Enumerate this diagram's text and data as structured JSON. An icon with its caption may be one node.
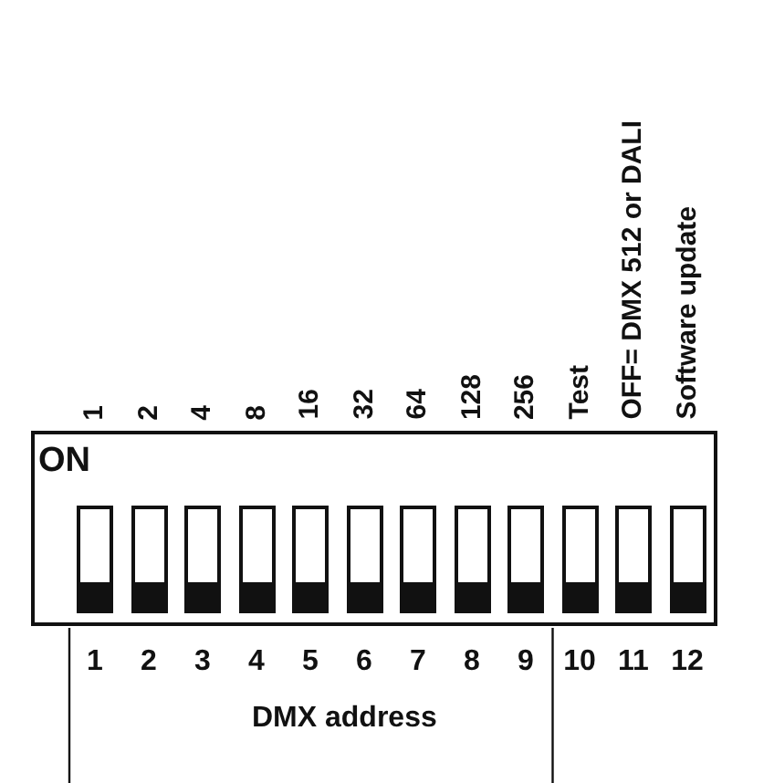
{
  "diagram": {
    "nodes": [
      {
        "text": [
          "ON"
        ]
      },
      {
        "text": [],
        "shape": "box",
        "in": 0
      },
      {
        "text": [],
        "shape": "box",
        "in": 0
      },
      {
        "text": [],
        "shape": "box",
        "in": 0
      },
      {
        "text": [],
        "shape": "box",
        "in": 0
      },
      {
        "text": [],
        "shape": "box",
        "in": 0
      },
      {
        "text": [],
        "shape": "box",
        "in": 0
      },
      {
        "text": [],
        "shape": "box",
        "in": 0
      },
      {
        "text": [],
        "shape": "box",
        "in": 0
      },
      {
        "text": [],
        "shape": "box",
        "in": 0
      },
      {
        "text": [],
        "shape": "box",
        "in": 0
      },
      {
        "text": [],
        "shape": "box",
        "in": 0
      },
      {
        "text": [],
        "shape": "box",
        "in": 0
      }
    ],
    "labels": [
      "1",
      "2",
      "4",
      "8",
      "16",
      "32",
      "64",
      "128",
      "256",
      "Test",
      "OFF= DMX 512 or DALI",
      "Software update",
      "1",
      "2",
      "3",
      "4",
      "5",
      "6",
      "7",
      "8",
      "9",
      "10",
      "11",
      "12",
      "DMX address"
    ]
  }
}
